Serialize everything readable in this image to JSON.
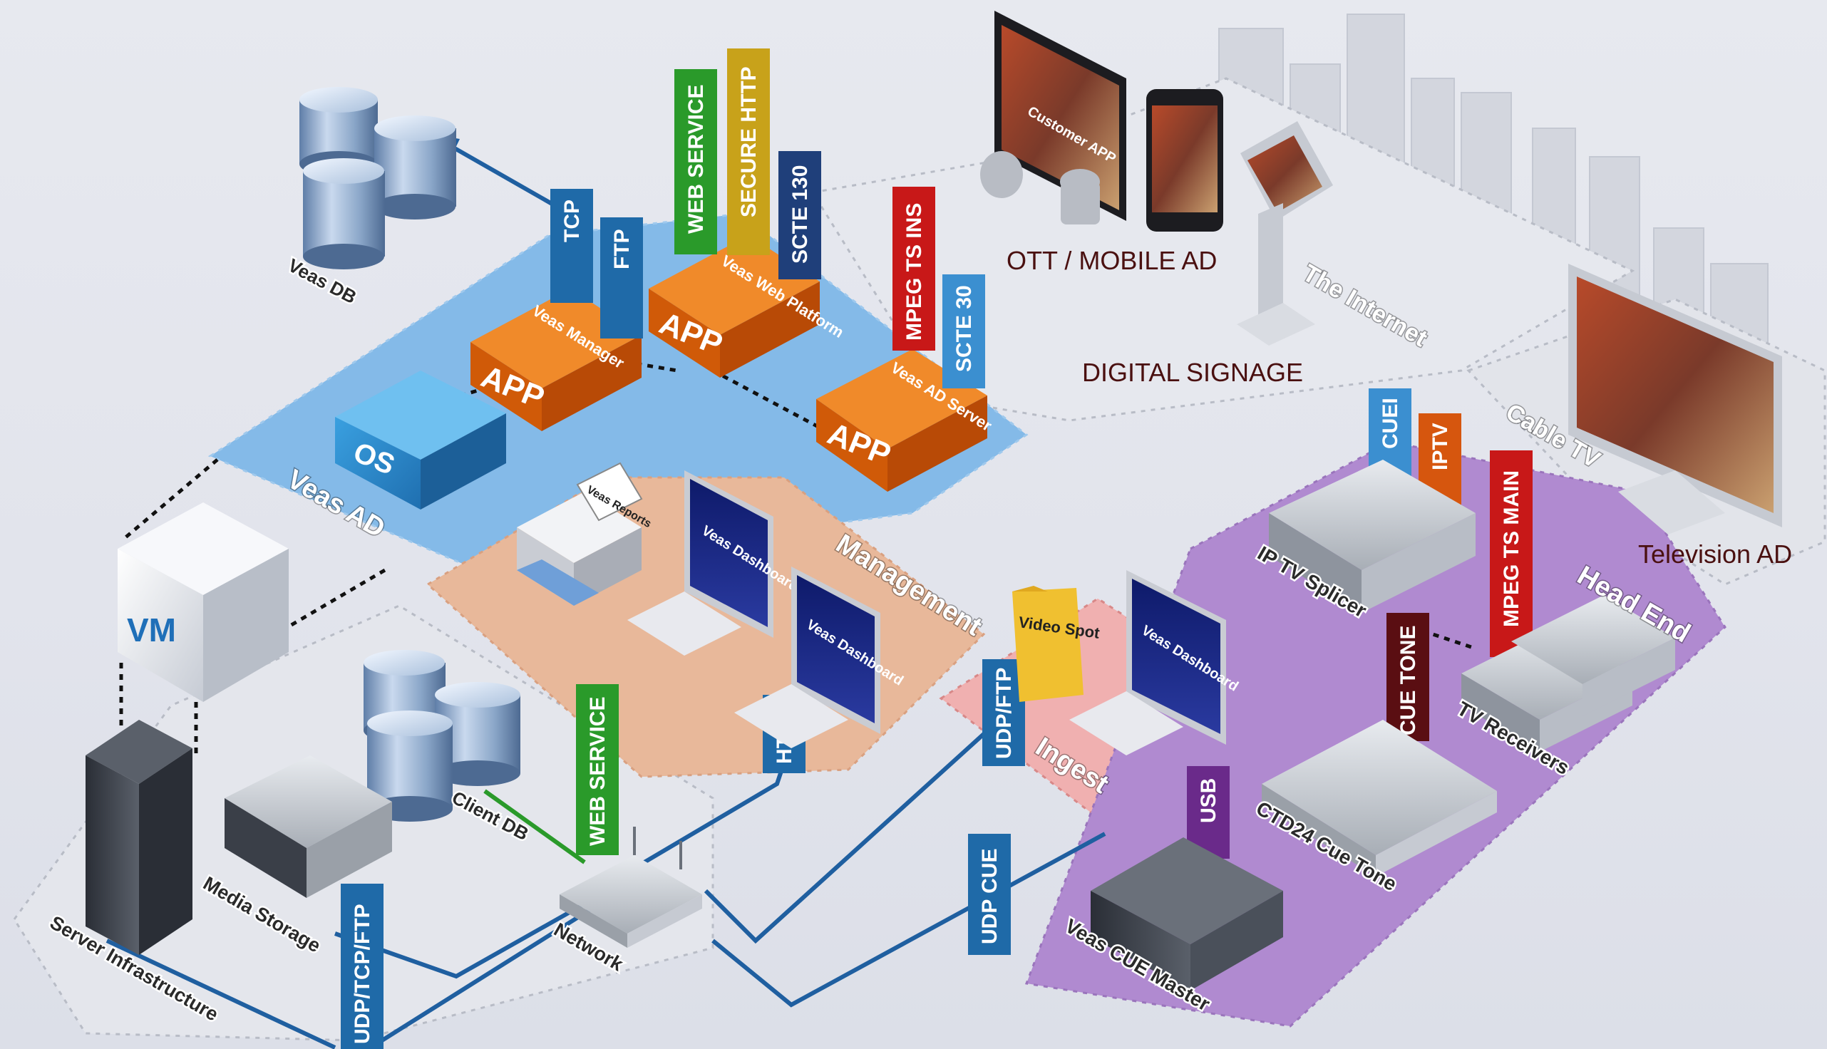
{
  "zones": {
    "veas_ad": "Veas AD",
    "management": "Management",
    "ingest": "Ingest",
    "head_end": "Head End",
    "the_internet": "The Internet",
    "cable_tv": "Cable TV"
  },
  "apps": {
    "veas_manager": "Veas Manager",
    "veas_web_platform": "Veas Web Platform",
    "veas_ad_server": "Veas AD Server",
    "app_label": "APP",
    "os_label": "OS",
    "vm_label": "VM"
  },
  "protocols": {
    "tcp": "TCP",
    "ftp": "FTP",
    "web_service_top": "WEB SERVICE",
    "secure_http": "SECURE HTTP",
    "scte_130": "SCTE 130",
    "mpeg_ts_ins": "MPEG TS INS",
    "scte_30": "SCTE 30",
    "cuei": "CUEI",
    "iptv": "IPTV",
    "mpeg_ts_main": "MPEG TS MAIN",
    "cue_tone": "CUE TONE",
    "usb": "USB",
    "udp_cue": "UDP CUE",
    "udp_ftp": "UDP/FTP",
    "http": "HTTP",
    "web_service_bottom": "WEB SERVICE",
    "udp_tcp_ftp": "UDP/TCP/FTP"
  },
  "devices": {
    "veas_db": "Veas DB",
    "client_db": "Client DB",
    "media_storage": "Media Storage",
    "server_infrastructure": "Server Infrastructure",
    "network": "Network",
    "veas_reports": "Veas Reports",
    "veas_dashboard": "Veas Dashboard",
    "video_spot": "Video Spot",
    "ip_tv_splicer": "IP TV Splicer",
    "tv_receivers": "TV Receivers",
    "ctd24_cue_tone": "CTD24 Cue Tone",
    "veas_cue_master": "Veas CUE Master",
    "customer_app": "Customer APP"
  },
  "labels": {
    "ott_mobile_ad": "OTT / MOBILE AD",
    "digital_signage": "DIGITAL SIGNAGE",
    "television_ad": "Television AD"
  },
  "colors": {
    "tag_blue": "#1f6aa8",
    "tag_green": "#2a9a2a",
    "tag_gold": "#c8a21a",
    "tag_navy": "#1f3f7a",
    "tag_red": "#c81818",
    "tag_lightblue": "#3b8fd0",
    "tag_orange": "#d6560e",
    "tag_darkred": "#5a0e12",
    "tag_purple": "#6a2a8a",
    "app_orange": "#e06a10",
    "zone_blue": "#7fb8e8",
    "zone_salmon": "#e8b89a",
    "zone_pink": "#f0b0b0",
    "zone_purple": "#b08ad0",
    "link_blue": "#1f5fa0"
  }
}
